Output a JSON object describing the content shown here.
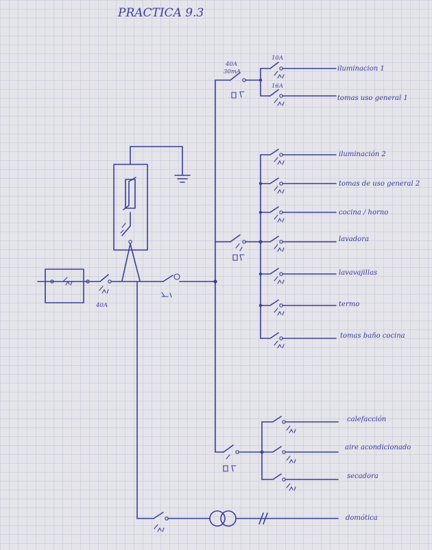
{
  "title": "PRACTICA 9.3",
  "main_breaker": {
    "rating": "40A"
  },
  "rcd_top": {
    "rating": "40A",
    "sensitivity": "30mA"
  },
  "top_branches": [
    {
      "rating": "10A",
      "label": "iluminacion 1"
    },
    {
      "rating": "16A",
      "label": "tomas uso general 1"
    }
  ],
  "middle_branches": [
    {
      "label": "iluminación 2"
    },
    {
      "label": "tomas de uso general 2"
    },
    {
      "label": "cocina / horno"
    },
    {
      "label": "lavadora"
    },
    {
      "label": "lavavajillas"
    },
    {
      "label": "termo"
    },
    {
      "label": "tomas baño cocina"
    }
  ],
  "lower_branches": [
    {
      "label": "calefacción"
    },
    {
      "label": "aire acondicionado"
    },
    {
      "label": "secadora"
    }
  ],
  "domotica": {
    "label": "domótica"
  },
  "colors": {
    "ink": "#3a3d9a",
    "paper": "#e4e4ea",
    "grid": "#b9bccf"
  }
}
